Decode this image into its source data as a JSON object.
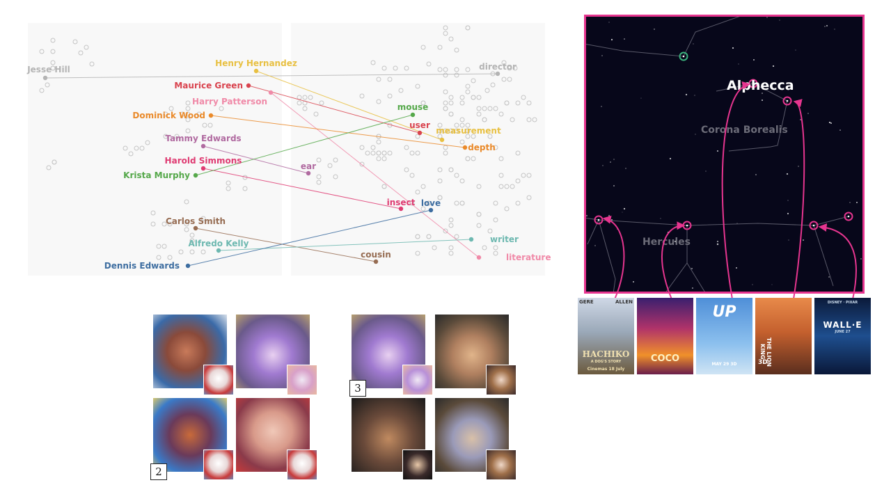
{
  "colors": {
    "pink_accent": "#e6358f",
    "sky_bg": "#07071a",
    "green_star": "#3bb27d"
  },
  "scatter": {
    "people": [
      {
        "label": "Jesse Hill",
        "color": "#b4b4b4"
      },
      {
        "label": "Henry Hernandez",
        "color": "#e8c042"
      },
      {
        "label": "Maurice Green",
        "color": "#d9434e"
      },
      {
        "label": "Harry Patterson",
        "color": "#f08aa8"
      },
      {
        "label": "Dominick Wood",
        "color": "#ea8a2a"
      },
      {
        "label": "Tammy Edwards",
        "color": "#b06aa0"
      },
      {
        "label": "Harold Simmons",
        "color": "#df3b72"
      },
      {
        "label": "Krista Murphy",
        "color": "#55a84a"
      },
      {
        "label": "Carlos Smith",
        "color": "#966c52"
      },
      {
        "label": "Alfredo Kelly",
        "color": "#6db8b0"
      },
      {
        "label": "Dennis Edwards",
        "color": "#3d6da0"
      }
    ],
    "words": [
      {
        "label": "director",
        "color": "#b4b4b4"
      },
      {
        "label": "mouse",
        "color": "#55a84a"
      },
      {
        "label": "user",
        "color": "#d9434e"
      },
      {
        "label": "measurement",
        "color": "#e8c042"
      },
      {
        "label": "depth",
        "color": "#ea8a2a"
      },
      {
        "label": "ear",
        "color": "#b06aa0"
      },
      {
        "label": "insect",
        "color": "#df3b72"
      },
      {
        "label": "love",
        "color": "#3d6da0"
      },
      {
        "label": "writer",
        "color": "#6db8b0"
      },
      {
        "label": "cousin",
        "color": "#966c52"
      },
      {
        "label": "literature",
        "color": "#f08aa8"
      }
    ]
  },
  "sky": {
    "star_name": "Alphecca",
    "constellation_1": "Corona Borealis",
    "constellation_2": "Hercules"
  },
  "posters": [
    {
      "title": "HACHIKO",
      "subtitle": "A DOG'S STORY",
      "top_left": "GERE",
      "top_right": "ALLEN",
      "footer": "Cinemas 18 July"
    },
    {
      "title": "COCO",
      "subtitle": ""
    },
    {
      "title": "UP",
      "subtitle": "",
      "footer": "MAY 29 3D"
    },
    {
      "title": "THE LION KING",
      "subtitle": "3D"
    },
    {
      "title": "WALL·E",
      "subtitle": "JUNE 27",
      "top_left": "DISNEY · PIXAR"
    }
  ],
  "face_groups": [
    {
      "label": "2"
    },
    {
      "label": "3"
    }
  ]
}
